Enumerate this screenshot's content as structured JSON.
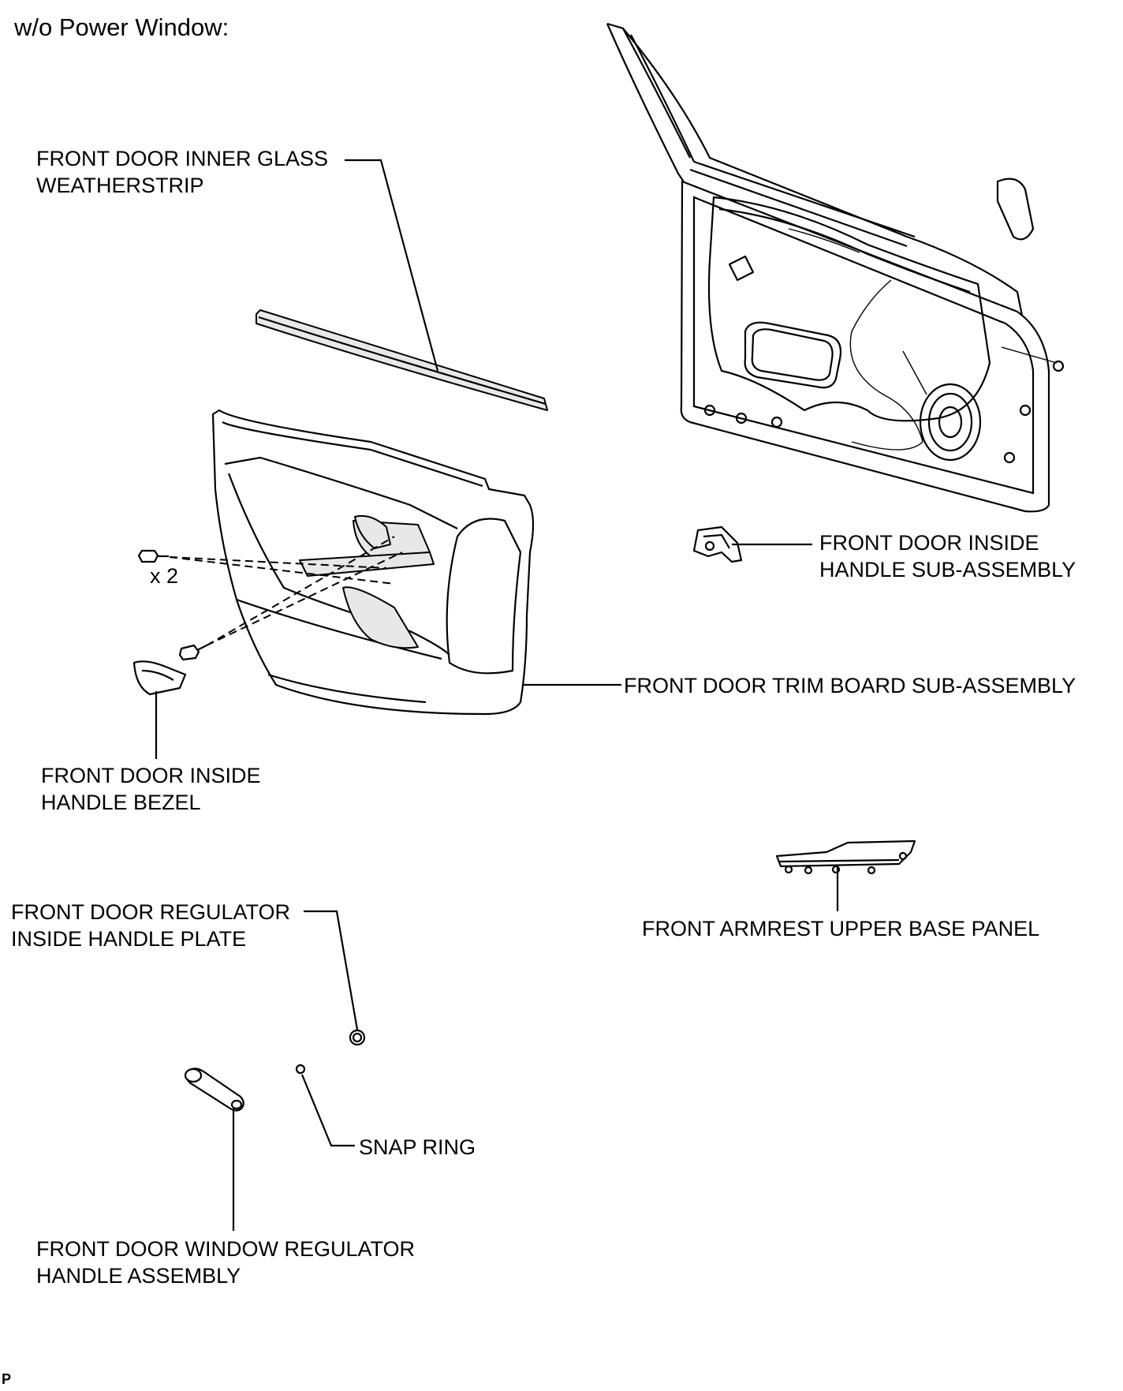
{
  "heading": "w/o Power Window:",
  "labels": {
    "inner_glass_weatherstrip": [
      "FRONT DOOR INNER GLASS",
      "WEATHERSTRIP"
    ],
    "inside_handle_sub_assembly": [
      "FRONT DOOR INSIDE",
      "HANDLE SUB-ASSEMBLY"
    ],
    "trim_board_sub_assembly": [
      "FRONT DOOR TRIM BOARD SUB-ASSEMBLY"
    ],
    "inside_handle_bezel": [
      "FRONT DOOR INSIDE",
      "HANDLE BEZEL"
    ],
    "armrest_upper_base_panel": [
      "FRONT ARMREST UPPER BASE PANEL"
    ],
    "regulator_inside_handle_plate": [
      "FRONT DOOR REGULATOR",
      "INSIDE HANDLE PLATE"
    ],
    "snap_ring": [
      "SNAP RING"
    ],
    "window_regulator_handle_assembly": [
      "FRONT DOOR WINDOW REGULATOR",
      "HANDLE ASSEMBLY"
    ]
  },
  "fastener_count": "x 2",
  "corner_mark": "P"
}
